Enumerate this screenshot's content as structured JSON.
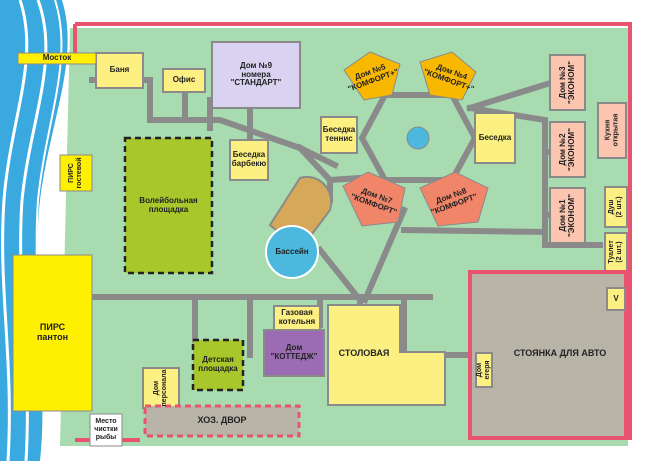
{
  "labels": {
    "mostok": "Мосток",
    "pirs_guest": "ПИРС\nгостевой",
    "pirs_ponton": "ПИРС\nпантон",
    "mesto_chistki": "Место\nчистки\nрыбы",
    "banya": "Баня",
    "ofis": "Офис",
    "dom9": "Дом №9\nномера\n\"СТАНДАРТ\"",
    "dom5": "Дом №5\n\"КОМФОРТ+\"",
    "dom4": "Дом №4\n\"КОМФОРТ+\"",
    "dom3": "Дом №3\n\"ЭКОНОМ\"",
    "dom2": "Дом №2\n\"ЭКОНОМ\"",
    "dom1": "Дом №1\n\"ЭКОНОМ\"",
    "kukhnya": "Кухня\nоткрытая",
    "dush": "Душ\n(2 шт.)",
    "tualet": "Туалет\n(2 шт.)",
    "besedka_tennis": "Беседка\nтеннис",
    "besedka": "Беседка",
    "besedka_barbekyu": "Беседка\nбарбекю",
    "voleybol": "Волейбольная\nплощадка",
    "dom7": "Дом №7\n\"КОМФОРТ\"",
    "dom8": "Дом №8\n\"КОМФОРТ\"",
    "basseyn": "Бассейн",
    "gazovaya": "Газовая\nкотельня",
    "stolovaya": "СТОЛОВАЯ",
    "cottage": "Дом\n\"КОТТЕДЖ\"",
    "detskaya": "Детская\nплощадка",
    "dom_personala": "Дом\nперсонала",
    "khoz_dvor": "ХОЗ. ДВОР",
    "stoyanka": "СТОЯНКА ДЛЯ АВТО",
    "dom_egerya": "Дом\nегеря",
    "v": "V"
  },
  "colors": {
    "grass": "#a8dcb0",
    "road": "#8a8a8a",
    "fence": "#e8546f",
    "water": "#39a9df",
    "yellow": "#fdf082",
    "pink": "#fbc5b0",
    "orange": "#f9b800",
    "salmon": "#f08569",
    "lavender": "#d9d2f0",
    "purple": "#9b6cb3",
    "olive": "#a8c72a",
    "pool": "#4db8de",
    "deck": "#d6a85a",
    "parking": "#b8b5a8",
    "pier": "#ffef00"
  }
}
